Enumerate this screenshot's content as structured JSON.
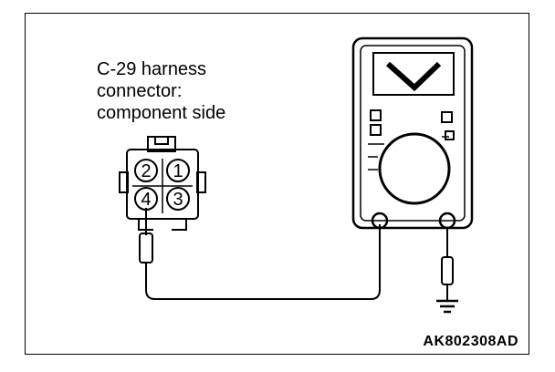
{
  "callout": {
    "line1": "C-29 harness",
    "line2": "connector:",
    "line3": "component side"
  },
  "connector": {
    "pins": {
      "top_left": "2",
      "top_right": "1",
      "bottom_left": "4",
      "bottom_right": "3"
    }
  },
  "figure_code": "AK802308AD",
  "colors": {
    "line": "#000000",
    "background": "#ffffff"
  }
}
